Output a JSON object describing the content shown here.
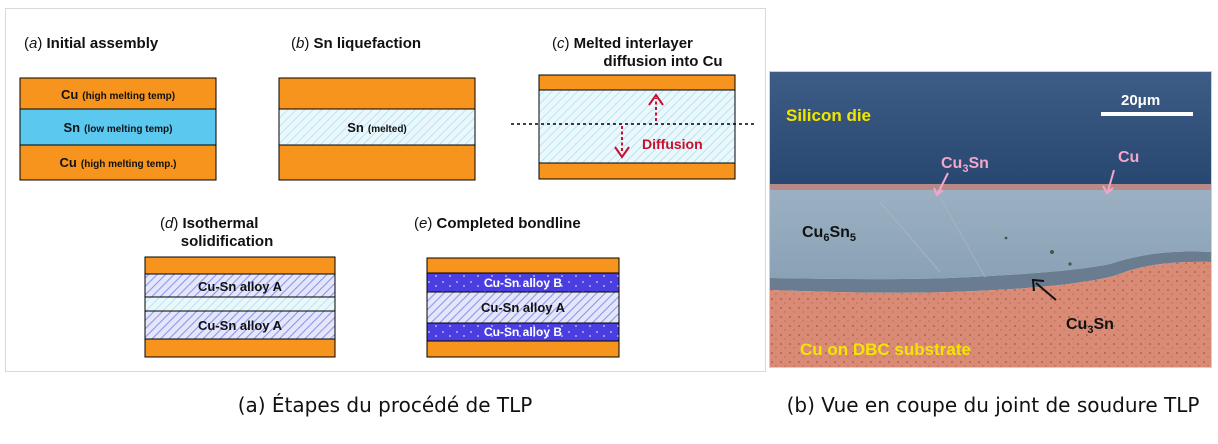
{
  "diagram": {
    "step_a": {
      "letter": "a",
      "title": "Initial assembly",
      "layers": [
        {
          "main": "Cu",
          "note": "(high melting temp)"
        },
        {
          "main": "Sn",
          "note": "(low melting temp)"
        },
        {
          "main": "Cu",
          "note": "(high melting temp.)"
        }
      ]
    },
    "step_b": {
      "letter": "b",
      "title": "Sn liquefaction",
      "layer_main": "Sn",
      "layer_note": "(melted)"
    },
    "step_c": {
      "letter": "c",
      "title_line1": "Melted interlayer",
      "title_line2": "diffusion into Cu",
      "diffusion_label": "Diffusion"
    },
    "step_d": {
      "letter": "d",
      "title_line1": "Isothermal",
      "title_line2": "solidification",
      "alloy_label": "Cu-Sn alloy A"
    },
    "step_e": {
      "letter": "e",
      "title": "Completed bondline",
      "alloy_a": "Cu-Sn alloy A",
      "alloy_b": "Cu-Sn alloy B"
    }
  },
  "micrograph": {
    "silicon_die": "Silicon die",
    "scale_bar": "20μm",
    "cu3sn_top": {
      "main": "Cu",
      "sub": "3",
      "rest": "Sn"
    },
    "cu_top": "Cu",
    "cu6sn5": {
      "main": "Cu",
      "sub1": "6",
      "mid": "Sn",
      "sub2": "5"
    },
    "cu3sn_bottom": {
      "main": "Cu",
      "sub": "3",
      "rest": "Sn"
    },
    "substrate": "Cu on DBC substrate"
  },
  "captions": {
    "a": "(a) Étapes du procédé de TLP",
    "b": "(b) Vue en coupe du joint de soudure TLP"
  },
  "colors": {
    "copper": "#f7941d",
    "tin": "#5bc8f0",
    "alloy_a": "#9aa4f0",
    "alloy_b": "#4b3fe0",
    "diffusion": "#c8102e"
  }
}
